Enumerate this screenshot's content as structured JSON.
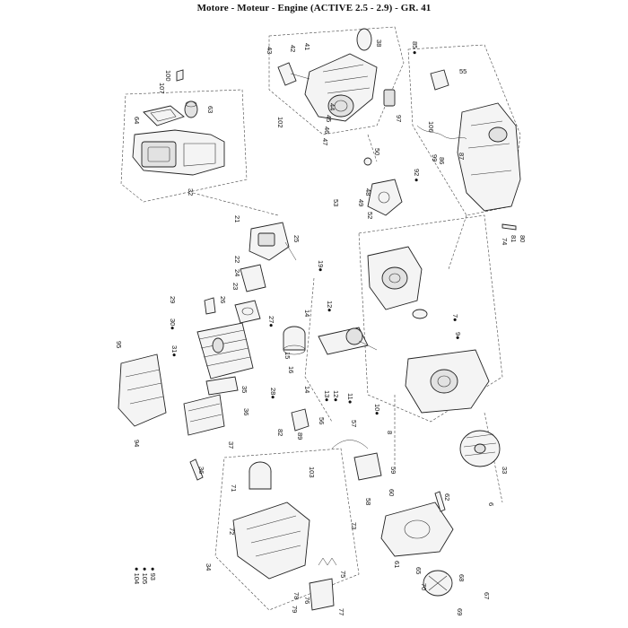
{
  "title": "Motore - Moteur - Engine (ACTIVE 2.5 - 2.9)  - GR. 41",
  "callouts": [
    {
      "id": "c43",
      "text": "43"
    },
    {
      "id": "c42",
      "text": "42"
    },
    {
      "id": "c41",
      "text": "41"
    },
    {
      "id": "c38",
      "text": "38"
    },
    {
      "id": "c85",
      "text": "85 ●"
    },
    {
      "id": "c55",
      "text": "55"
    },
    {
      "id": "c107",
      "text": "107"
    },
    {
      "id": "c100",
      "text": "100"
    },
    {
      "id": "c64",
      "text": "64"
    },
    {
      "id": "c63",
      "text": "63"
    },
    {
      "id": "c32",
      "text": "32"
    },
    {
      "id": "c102",
      "text": "102"
    },
    {
      "id": "c44",
      "text": "44"
    },
    {
      "id": "c45",
      "text": "45"
    },
    {
      "id": "c46",
      "text": "46"
    },
    {
      "id": "c47",
      "text": "47"
    },
    {
      "id": "c97",
      "text": "97"
    },
    {
      "id": "c106",
      "text": "106"
    },
    {
      "id": "c50",
      "text": "50"
    },
    {
      "id": "c92",
      "text": "92 ●"
    },
    {
      "id": "c99",
      "text": "99"
    },
    {
      "id": "c86",
      "text": "86"
    },
    {
      "id": "c87",
      "text": "87"
    },
    {
      "id": "c48",
      "text": "48"
    },
    {
      "id": "c49",
      "text": "49"
    },
    {
      "id": "c52",
      "text": "52"
    },
    {
      "id": "c53",
      "text": "53"
    },
    {
      "id": "c74",
      "text": "74"
    },
    {
      "id": "c81",
      "text": "81"
    },
    {
      "id": "c80",
      "text": "80"
    },
    {
      "id": "c21",
      "text": "21"
    },
    {
      "id": "c25",
      "text": "25"
    },
    {
      "id": "c22",
      "text": "22"
    },
    {
      "id": "c19",
      "text": "19●"
    },
    {
      "id": "c24",
      "text": "24"
    },
    {
      "id": "c23",
      "text": "23"
    },
    {
      "id": "c26",
      "text": "26"
    },
    {
      "id": "c29",
      "text": "29"
    },
    {
      "id": "c30",
      "text": "30●"
    },
    {
      "id": "c27",
      "text": "27●"
    },
    {
      "id": "c14a",
      "text": "14"
    },
    {
      "id": "c12",
      "text": "12●"
    },
    {
      "id": "c31",
      "text": "31●"
    },
    {
      "id": "c95",
      "text": "95"
    },
    {
      "id": "c15",
      "text": "15"
    },
    {
      "id": "c16",
      "text": "16"
    },
    {
      "id": "c9",
      "text": "9●"
    },
    {
      "id": "c7",
      "text": "7●"
    },
    {
      "id": "c35",
      "text": "35"
    },
    {
      "id": "c28",
      "text": "28●"
    },
    {
      "id": "c14b",
      "text": "14"
    },
    {
      "id": "c13",
      "text": "13●"
    },
    {
      "id": "c12b",
      "text": "12●"
    },
    {
      "id": "c11",
      "text": "11●"
    },
    {
      "id": "c10",
      "text": "10●"
    },
    {
      "id": "c8",
      "text": "8"
    },
    {
      "id": "c34b",
      "text": "36"
    },
    {
      "id": "c94",
      "text": "94"
    },
    {
      "id": "c82",
      "text": "82"
    },
    {
      "id": "c89",
      "text": "89"
    },
    {
      "id": "c56",
      "text": "56"
    },
    {
      "id": "c57",
      "text": "57"
    },
    {
      "id": "c37",
      "text": "37"
    },
    {
      "id": "c36",
      "text": "36"
    },
    {
      "id": "c103",
      "text": "103"
    },
    {
      "id": "c71",
      "text": "71"
    },
    {
      "id": "c59",
      "text": "59"
    },
    {
      "id": "c58",
      "text": "58"
    },
    {
      "id": "c60",
      "text": "60"
    },
    {
      "id": "c62",
      "text": "62"
    },
    {
      "id": "c33",
      "text": "33"
    },
    {
      "id": "c6",
      "text": "6"
    },
    {
      "id": "c73",
      "text": "73"
    },
    {
      "id": "c72",
      "text": "72"
    },
    {
      "id": "c34",
      "text": "34"
    },
    {
      "id": "c75",
      "text": "75"
    },
    {
      "id": "c78",
      "text": "78"
    },
    {
      "id": "c76",
      "text": "76"
    },
    {
      "id": "c79",
      "text": "79"
    },
    {
      "id": "c77",
      "text": "77"
    },
    {
      "id": "c61",
      "text": "61"
    },
    {
      "id": "c65",
      "text": "65"
    },
    {
      "id": "c70",
      "text": "70"
    },
    {
      "id": "c68",
      "text": "68"
    },
    {
      "id": "c67",
      "text": "67"
    },
    {
      "id": "c69",
      "text": "69"
    }
  ],
  "legend": [
    "● 104",
    "● 105",
    "● 93"
  ]
}
